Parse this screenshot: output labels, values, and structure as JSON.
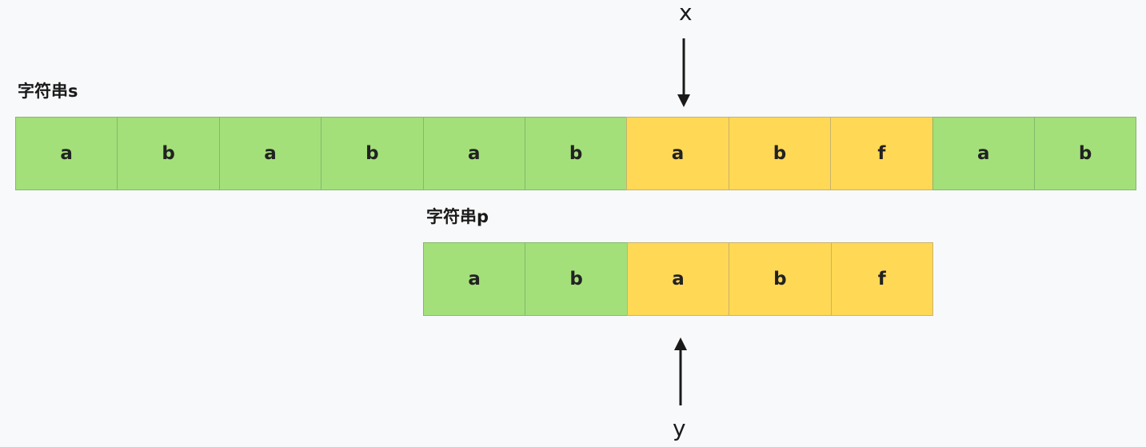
{
  "string_s": {
    "label": "字符串s",
    "cells": [
      {
        "char": "a",
        "color": "green"
      },
      {
        "char": "b",
        "color": "green"
      },
      {
        "char": "a",
        "color": "green"
      },
      {
        "char": "b",
        "color": "green"
      },
      {
        "char": "a",
        "color": "green"
      },
      {
        "char": "b",
        "color": "green"
      },
      {
        "char": "a",
        "color": "yellow"
      },
      {
        "char": "b",
        "color": "yellow"
      },
      {
        "char": "f",
        "color": "yellow"
      },
      {
        "char": "a",
        "color": "green"
      },
      {
        "char": "b",
        "color": "green"
      }
    ]
  },
  "string_p": {
    "label": "字符串p",
    "cells": [
      {
        "char": "a",
        "color": "green"
      },
      {
        "char": "b",
        "color": "green"
      },
      {
        "char": "a",
        "color": "yellow"
      },
      {
        "char": "b",
        "color": "yellow"
      },
      {
        "char": "f",
        "color": "yellow"
      }
    ]
  },
  "pointers": {
    "x_label": "x",
    "y_label": "y"
  },
  "colors": {
    "green": "#a3e07a",
    "yellow": "#ffd955",
    "background": "#f8f9fb",
    "text": "#222222"
  }
}
